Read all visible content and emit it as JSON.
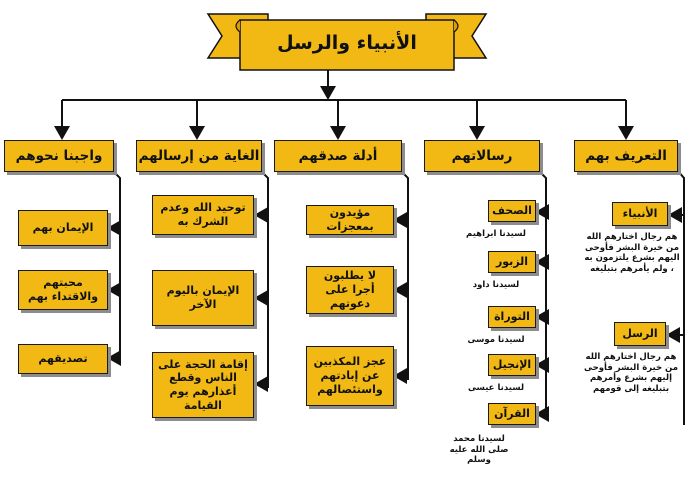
{
  "title": "الأنبياء والرسل",
  "branches": {
    "definition": {
      "header": "التعريف بهم",
      "prophets_label": "الأنبياء",
      "prophets_text": "هم رجال اختارهم الله من خيرة البشر فأوحى اليهم بشرع يلتزمون به ، ولم يأمرهم بتبليغه",
      "messengers_label": "الرسل",
      "messengers_text": "هم رجال اختارهم الله من خيرة البشر فأوحى إليهم بشرع وأمرهم بتبليغه إلى قومهم"
    },
    "messages": {
      "header": "رسالاتهم",
      "items": [
        {
          "label": "الصحف",
          "note": "لسيدنا ابراهيم"
        },
        {
          "label": "الزبور",
          "note": "لسيدنا داود"
        },
        {
          "label": "التوراة",
          "note": "لسيدنا موسى"
        },
        {
          "label": "الإنجيل",
          "note": "لسيدنا عيسى"
        },
        {
          "label": "القرآن",
          "note": "لسيدنا محمد صلى الله عليه وسلم"
        }
      ]
    },
    "proofs": {
      "header": "أدلة صدقهم",
      "items": [
        "مؤيدون بمعجزات",
        "لا يطلبون أجرا على دعوتهم",
        "عجز المكذبين عن إبادتهم واستئصالهم"
      ]
    },
    "purpose": {
      "header": "الغاية من إرسالهم",
      "items": [
        "توحيد الله وعدم الشرك به",
        "الإيمان باليوم الآخر",
        "إقامة الحجة على الناس وقطع أعذارهم يوم القيامة"
      ]
    },
    "duties": {
      "header": "واجبنا نحوهم",
      "items": [
        "الإيمان بهم",
        "محبتهم والاقتداء بهم",
        "تصديقهم"
      ]
    }
  },
  "colors": {
    "box": "#f2b915",
    "stroke": "#111111",
    "shadow": "#8c8c8c"
  }
}
